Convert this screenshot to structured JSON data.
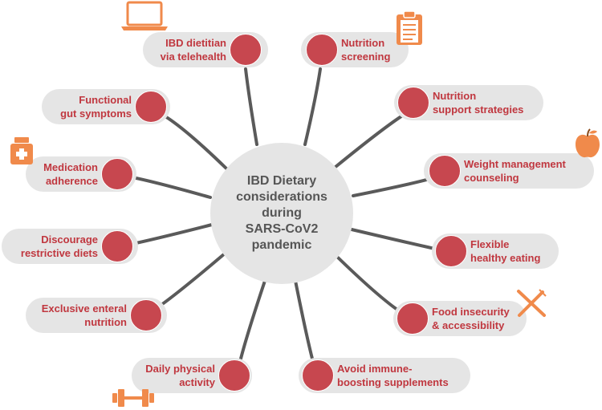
{
  "center": {
    "lines": [
      "IBD Dietary",
      "considerations",
      "during",
      "SARS-CoV2",
      "pandemic"
    ]
  },
  "nodes": [
    {
      "id": "ibd-dietitian-telehealth",
      "lines": [
        "IBD dietitian",
        "via telehealth"
      ]
    },
    {
      "id": "nutrition-screening",
      "lines": [
        "Nutrition",
        "screening"
      ]
    },
    {
      "id": "nutrition-support-strategies",
      "lines": [
        "Nutrition",
        "support strategies"
      ]
    },
    {
      "id": "weight-management-counseling",
      "lines": [
        "Weight management",
        "counseling"
      ]
    },
    {
      "id": "flexible-healthy-eating",
      "lines": [
        "Flexible",
        "healthy eating"
      ]
    },
    {
      "id": "food-insecurity-accessibility",
      "lines": [
        "Food insecurity",
        "& accessibility"
      ]
    },
    {
      "id": "avoid-immune-boosting-supplements",
      "lines": [
        "Avoid immune-",
        "boosting supplements"
      ]
    },
    {
      "id": "daily-physical-activity",
      "lines": [
        "Daily physical",
        "activity"
      ]
    },
    {
      "id": "exclusive-enteral-nutrition",
      "lines": [
        "Exclusive enteral",
        "nutrition"
      ]
    },
    {
      "id": "discourage-restrictive-diets",
      "lines": [
        "Discourage",
        "restrictive diets"
      ]
    },
    {
      "id": "medication-adherence",
      "lines": [
        "Medication",
        "adherence"
      ]
    },
    {
      "id": "functional-gut-symptoms",
      "lines": [
        "Functional",
        "gut symptoms"
      ]
    }
  ],
  "colors": {
    "accent_text": "#c0373f",
    "dot": "#c7474f",
    "pill": "#e5e5e5",
    "connector": "#5a5a5a",
    "icon_orange": "#f08a4b",
    "center_text": "#555555"
  },
  "icons": [
    "laptop-icon",
    "clipboard-icon",
    "apple-icon",
    "fork-knife-icon",
    "dumbbell-icon",
    "medicine-bottle-icon"
  ]
}
